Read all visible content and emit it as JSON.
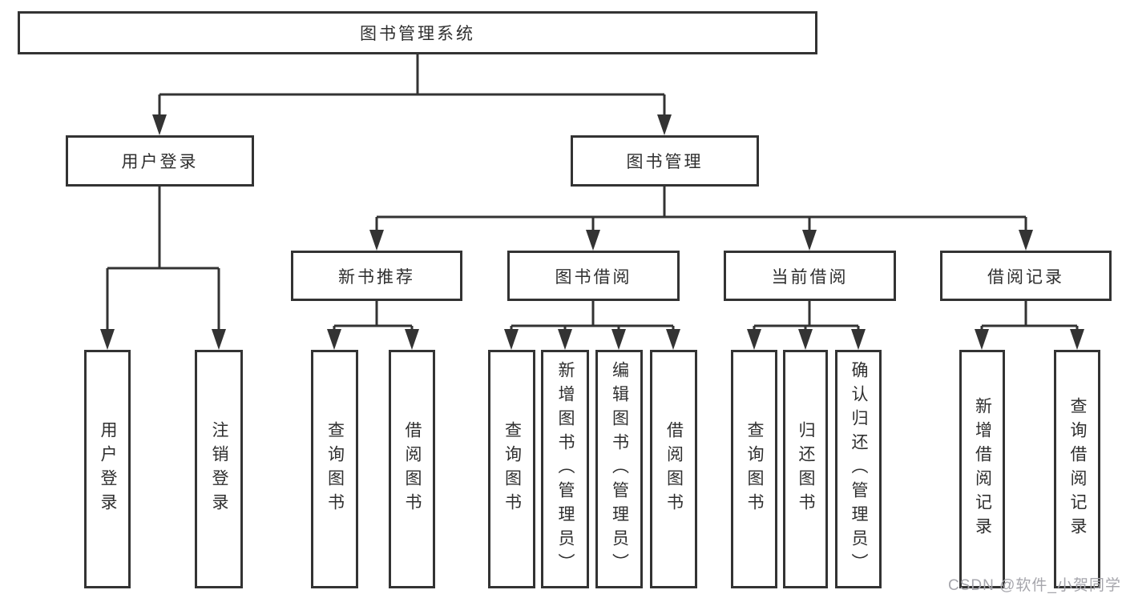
{
  "diagram_type": "hierarchy-tree",
  "tree": {
    "label": "图书管理系统",
    "children": [
      {
        "label": "用户登录",
        "children": [
          {
            "label": "用户登录"
          },
          {
            "label": "注销登录"
          }
        ]
      },
      {
        "label": "图书管理",
        "children": [
          {
            "label": "新书推荐",
            "children": [
              {
                "label": "查询图书"
              },
              {
                "label": "借阅图书"
              }
            ]
          },
          {
            "label": "图书借阅",
            "children": [
              {
                "label": "查询图书"
              },
              {
                "label": "新增图书（管理员）"
              },
              {
                "label": "编辑图书（管理员）"
              },
              {
                "label": "借阅图书"
              }
            ]
          },
          {
            "label": "当前借阅",
            "children": [
              {
                "label": "查询图书"
              },
              {
                "label": "归还图书"
              },
              {
                "label": "确认归还（管理员）"
              }
            ]
          },
          {
            "label": "借阅记录",
            "children": [
              {
                "label": "新增借阅记录"
              },
              {
                "label": "查询借阅记录"
              }
            ]
          }
        ]
      }
    ]
  },
  "watermark": {
    "text": "CSDN @软件_小贺同学",
    "color": "#a6a6ac"
  },
  "colors": {
    "line": "#333333",
    "box_border": "#333333",
    "box_fill": "#ffffff",
    "text": "#2f2f2f",
    "background": "#ffffff"
  }
}
